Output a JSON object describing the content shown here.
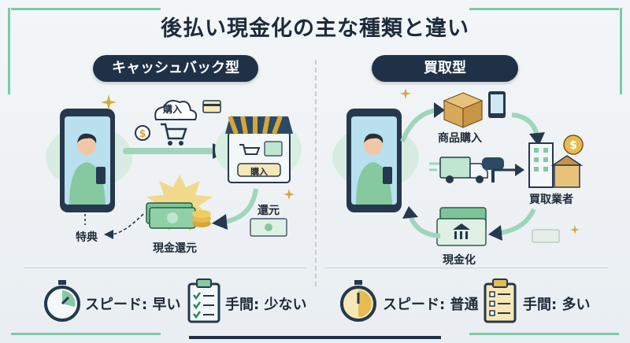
{
  "title": "後払い現金化の主な種類と違い",
  "left": {
    "heading": "キャッシュバック型",
    "bubble_label": "購入",
    "shop_button": "購入",
    "refund_label": "還元",
    "cash_label": "現金還元",
    "perk_label": "特典",
    "speed_label": "スピード: 早い",
    "effort_label": "手間: 少ない"
  },
  "right": {
    "heading": "買取型",
    "purchase_label": "商品購入",
    "buyer_label": "買取業者",
    "cash_label": "現金化",
    "speed_label": "スピード: 普通",
    "effort_label": "手間: 多い"
  },
  "colors": {
    "navy": "#1f3147",
    "mint": "#7fc9a6",
    "gold": "#d6a63a",
    "green_shirt": "#86c9a0"
  },
  "icons": [
    "smartphone-icon",
    "person-icon",
    "cloud-icon",
    "cart-icon",
    "dollar-coin-icon",
    "credit-card-icon",
    "storefront-icon",
    "banknotes-icon",
    "coin-stack-icon",
    "box-icon",
    "tablet-icon",
    "truck-icon",
    "mailbox-icon",
    "building-icon",
    "bank-icon",
    "stopwatch-icon",
    "checklist-icon",
    "sparkle-icon"
  ]
}
